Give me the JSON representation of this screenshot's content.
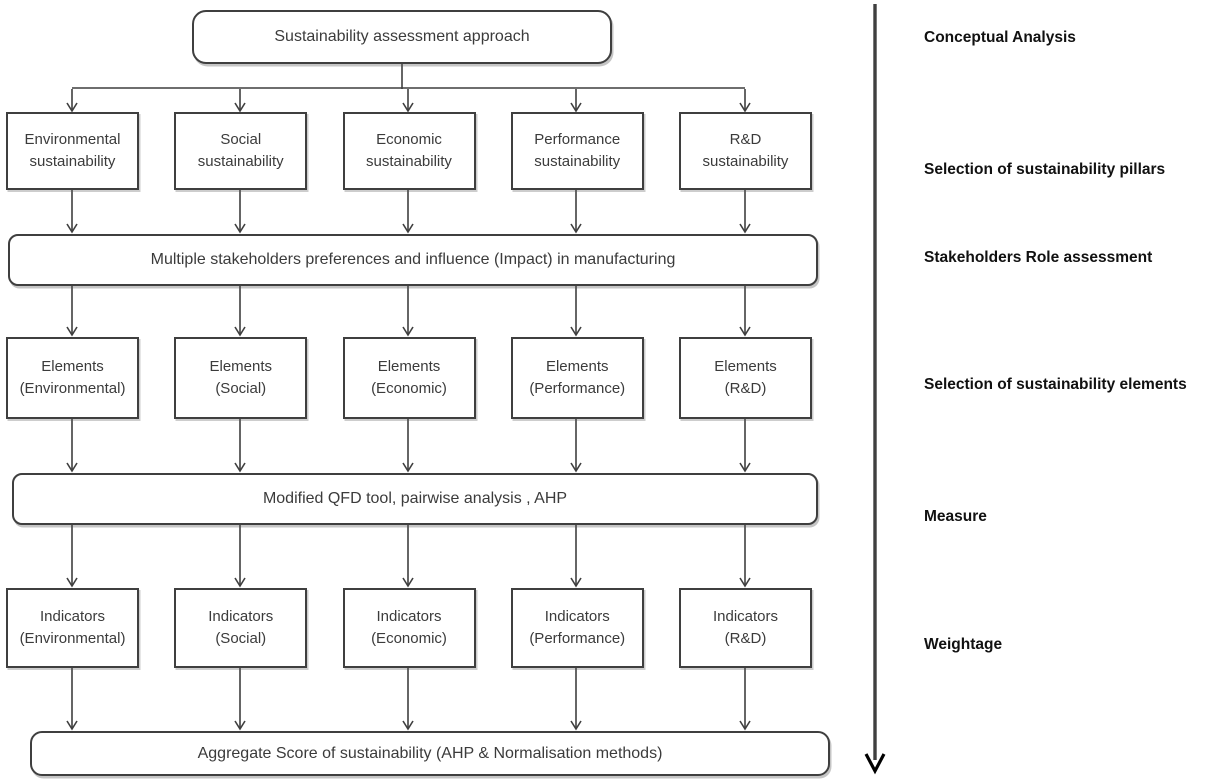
{
  "flow": {
    "top_box": "Sustainability assessment approach",
    "pillars": [
      "Environmental\nsustainability",
      "Social\nsustainability",
      "Economic\nsustainability",
      "Performance\nsustainability",
      "R&D\nsustainability"
    ],
    "stakeholders_bar": "Multiple stakeholders preferences and influence (Impact) in manufacturing",
    "elements": [
      "Elements\n(Environmental)",
      "Elements\n(Social)",
      "Elements\n(Economic)",
      "Elements\n(Performance)",
      "Elements\n(R&D)"
    ],
    "qfd_bar": "Modified QFD tool, pairwise analysis , AHP",
    "indicators": [
      "Indicators\n(Environmental)",
      "Indicators\n(Social)",
      "Indicators\n(Economic)",
      "Indicators\n(Performance)",
      "Indicators\n(R&D)"
    ],
    "aggregate_bar": "Aggregate Score of sustainability (AHP & Normalisation methods)"
  },
  "sidebar": {
    "stages": [
      "Conceptual Analysis",
      "Selection of sustainability pillars",
      "Stakeholders Role assessment",
      "Selection of sustainability elements",
      "Measure",
      "Weightage"
    ]
  },
  "colors": {
    "box_border": "#3f3f3f",
    "box_text": "#3b3b3b",
    "stage_label_text": "#111111",
    "background": "#ffffff"
  }
}
